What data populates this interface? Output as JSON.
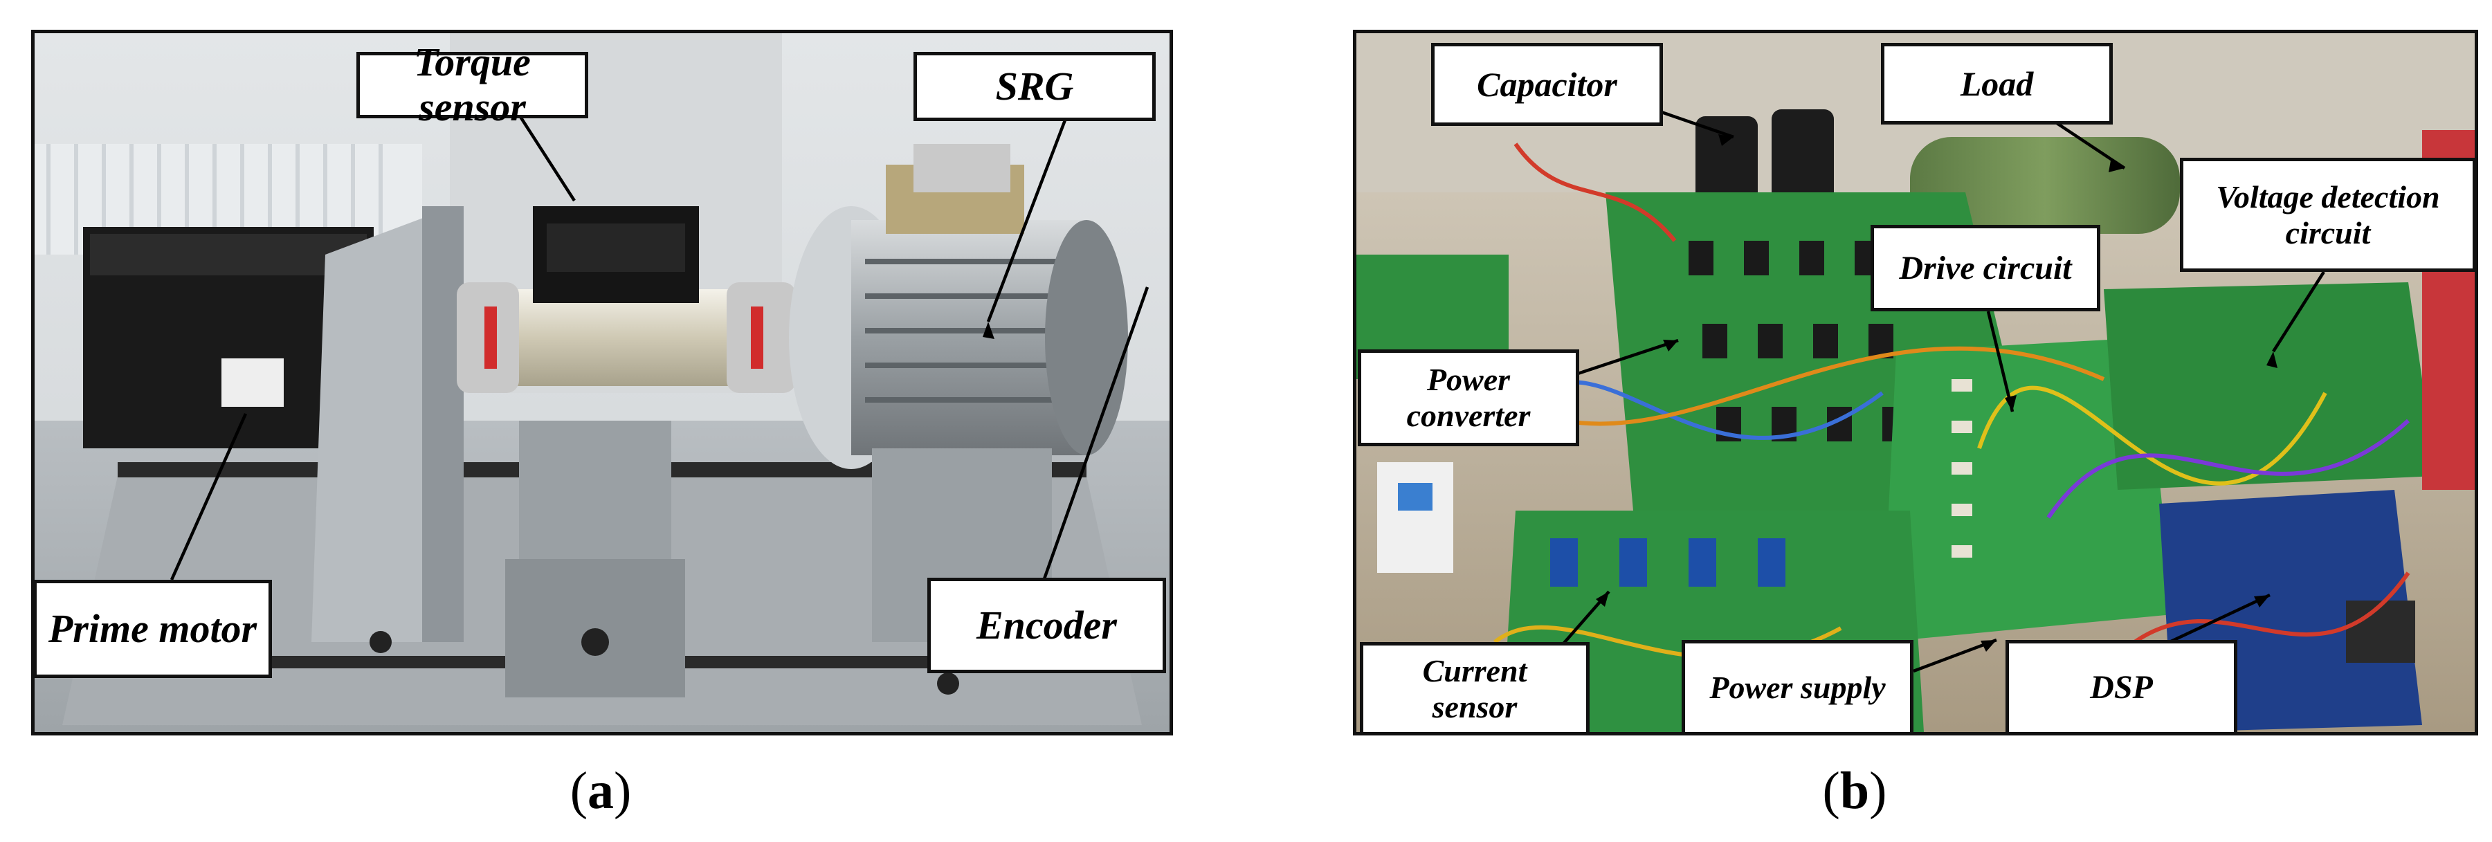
{
  "panels": {
    "a": {
      "caption_letter": "a",
      "labels": {
        "torque_sensor": "Torque sensor",
        "srg": "SRG",
        "prime_motor": "Prime motor",
        "encoder": "Encoder"
      }
    },
    "b": {
      "caption_letter": "b",
      "labels": {
        "capacitor": "Capacitor",
        "load": "Load",
        "voltage_detection": "Voltage detection\ncircuit",
        "drive_circuit": "Drive circuit",
        "power_converter": "Power\nconverter",
        "current_sensor": "Current\nsensor",
        "power_supply": "Power supply",
        "dsp": "DSP"
      }
    }
  },
  "caption_parens": {
    "open": "(",
    "close": ")"
  }
}
